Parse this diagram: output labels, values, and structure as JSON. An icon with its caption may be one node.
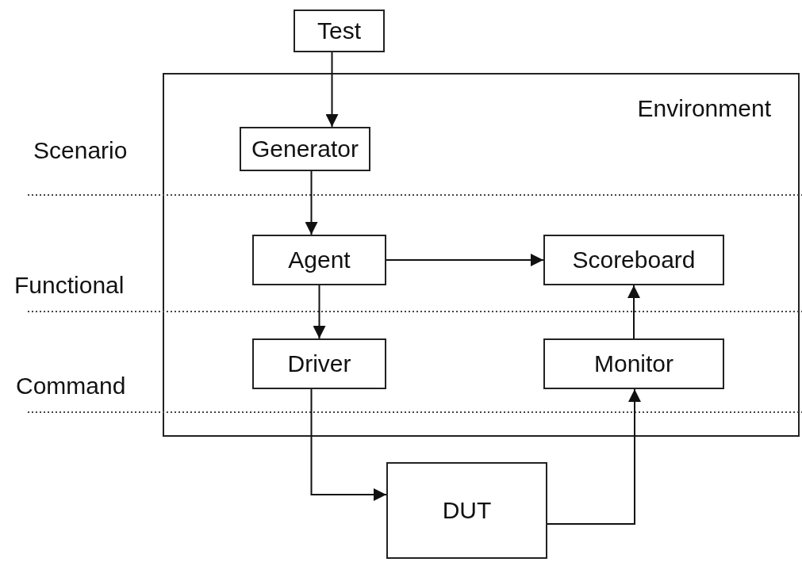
{
  "diagram": {
    "nodes": [
      {
        "text": [
          "Test"
        ]
      },
      {
        "text": [
          "Environment"
        ]
      },
      {
        "text": [
          "Generator"
        ],
        "in": 1
      },
      {
        "text": [
          "Agent"
        ],
        "in": 1
      },
      {
        "text": [
          "Scoreboard"
        ],
        "in": 1
      },
      {
        "text": [
          "Driver"
        ],
        "in": 1
      },
      {
        "text": [
          "Monitor"
        ],
        "in": 1
      },
      {
        "text": [
          "DUT"
        ]
      }
    ],
    "edges": [
      {
        "from": 0,
        "to": 2,
        "arrow": "to"
      },
      {
        "from": 2,
        "to": 3,
        "arrow": "to"
      },
      {
        "from": 3,
        "to": 4,
        "arrow": "to"
      },
      {
        "from": 3,
        "to": 5,
        "arrow": "to"
      },
      {
        "from": 5,
        "to": 7,
        "arrow": "to"
      },
      {
        "from": 7,
        "to": 6,
        "arrow": "to"
      },
      {
        "from": 6,
        "to": 4,
        "arrow": "to"
      }
    ],
    "labels": [
      "Scenario",
      "Functional",
      "Command"
    ]
  }
}
